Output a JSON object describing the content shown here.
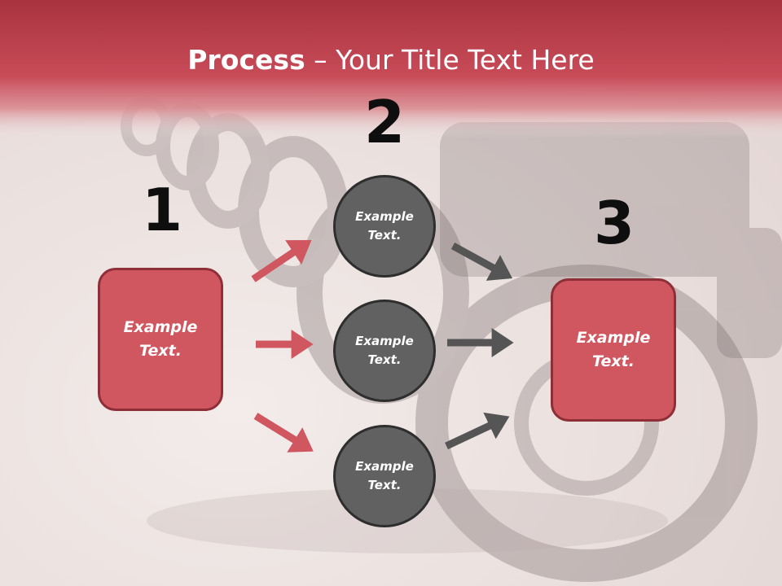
{
  "title": {
    "bold": "Process",
    "rest": " – Your Title Text Here"
  },
  "steps": {
    "one": "1",
    "two": "2",
    "three": "3"
  },
  "left_box": {
    "text": "Example\nText."
  },
  "right_box": {
    "text": "Example\nText."
  },
  "circles": [
    {
      "text": "Example\nText."
    },
    {
      "text": "Example\nText."
    },
    {
      "text": "Example\nText."
    }
  ],
  "colors": {
    "accent": "#d0565f",
    "header": "#c74b57",
    "circle": "#626162",
    "arrow_gray": "#555555"
  }
}
